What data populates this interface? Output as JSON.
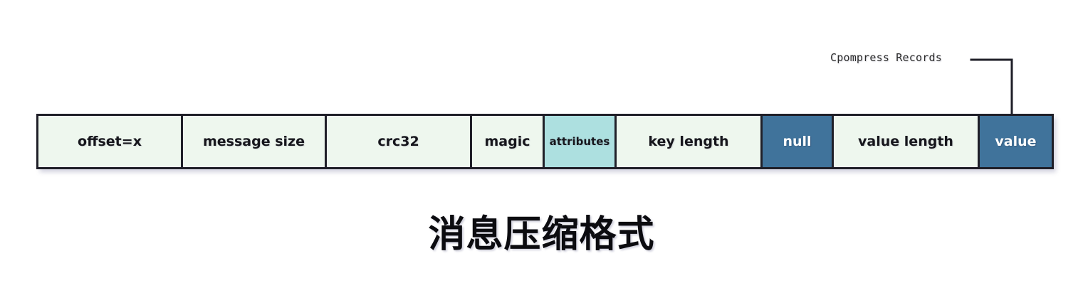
{
  "diagram": {
    "title": "消息压缩格式",
    "annotation": {
      "label": "Cpompress Records",
      "points_to": "value"
    },
    "colors": {
      "cell_default_fill": "#eef7ee",
      "cell_highlight_fill": "#ade0e0",
      "cell_accent_fill": "#40739b",
      "border": "#1f1f28",
      "text_default": "#16161c",
      "text_on_accent": "#ffffff",
      "background": "#ffffff"
    },
    "record_bar": {
      "cells": [
        {
          "label": "offset=x",
          "style": "default"
        },
        {
          "label": "message size",
          "style": "default"
        },
        {
          "label": "crc32",
          "style": "default"
        },
        {
          "label": "magic",
          "style": "default"
        },
        {
          "label": "attributes",
          "style": "highlight"
        },
        {
          "label": "key length",
          "style": "default"
        },
        {
          "label": "null",
          "style": "accent"
        },
        {
          "label": "value length",
          "style": "default"
        },
        {
          "label": "value",
          "style": "accent"
        }
      ]
    }
  }
}
